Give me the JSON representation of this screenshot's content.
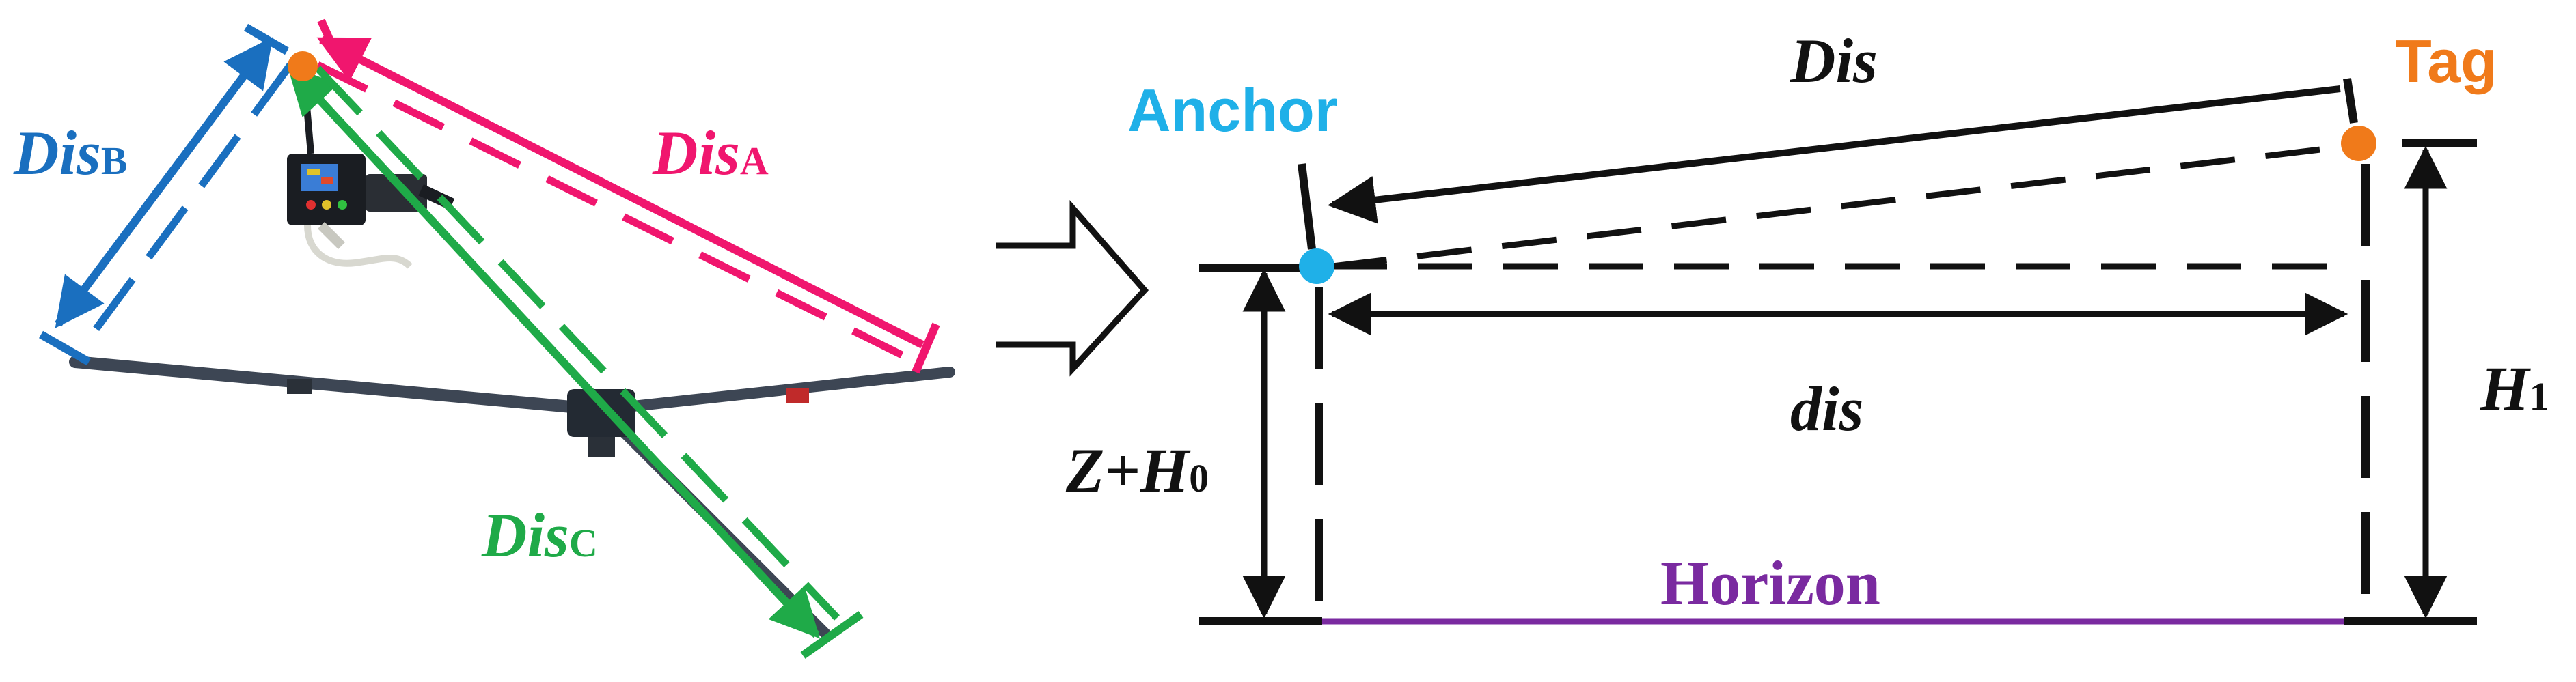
{
  "colors": {
    "dis_a": "#f0166e",
    "dis_b": "#1a6fbf",
    "dis_c": "#1faa48",
    "anchor": "#1fb0e8",
    "tag": "#f07a1a",
    "horizon": "#7a2aa0",
    "line": "#111111"
  },
  "left_panel": {
    "dis_a": {
      "main": "Dis",
      "sub": "A"
    },
    "dis_b": {
      "main": "Dis",
      "sub": "B"
    },
    "dis_c": {
      "main": "Dis",
      "sub": "C"
    }
  },
  "right_panel": {
    "anchor_label": "Anchor",
    "tag_label": "Tag",
    "dis_label": "Dis",
    "dis_lower_label": "dis",
    "z_h0": {
      "prefix": "Z+H",
      "sub": "0"
    },
    "h1": {
      "main": "H",
      "sub": "1"
    },
    "horizon_label": "Horizon"
  },
  "icons": {
    "arrow": "hollow-arrow-icon",
    "drone": "drone-frame-icon",
    "anchor_dot": "anchor-dot-icon",
    "tag_dot": "tag-dot-icon"
  }
}
